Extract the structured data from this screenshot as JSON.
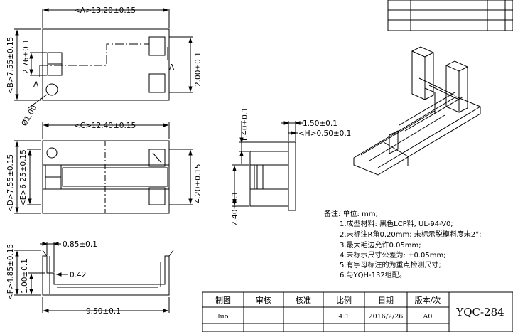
{
  "dims": {
    "a": "<A>13.20±0.15",
    "b": "<B>7.55±0.15",
    "d276": "2.76±0.1",
    "d200": "2.00±0.1",
    "dia": "Ø1.00",
    "c": "<C>12.40±0.15",
    "d": "<D>7.55±0.15",
    "e": "<E>6.25±0.15",
    "d420": "4.20±0.15",
    "d150": "1.50±0.1",
    "h": "<H>0.50±0.1",
    "d140": "1.40±0.1",
    "d240": "2.40±0.1",
    "d085": "0.85±0.1",
    "d042": "0.42",
    "f": "<F>4.85±0.15",
    "d100": "1.00±0.1",
    "d950": "9.50±0.1"
  },
  "section": {
    "mark": "A"
  },
  "notes": {
    "heading": "备注: 单位: mm;",
    "items": [
      "1.成型材料: 黑色LCP料, UL-94-V0;",
      "2.未标注R角0.20mm; 未标示脱模斜度未2°;",
      "3.最大毛边允许0.05mm;",
      "4.未标示尺寸公差为: ±0.05mm;",
      "5.有字母标注的为重点检测尺寸;",
      "6.与YQH-132组配。"
    ]
  },
  "title_block": {
    "headers": [
      "制图",
      "审核",
      "核准",
      "比例",
      "日期",
      "版本/次"
    ],
    "values": [
      "luo",
      "4:1",
      "2016/2/26",
      "A0"
    ],
    "part_number": "YQC-284"
  }
}
